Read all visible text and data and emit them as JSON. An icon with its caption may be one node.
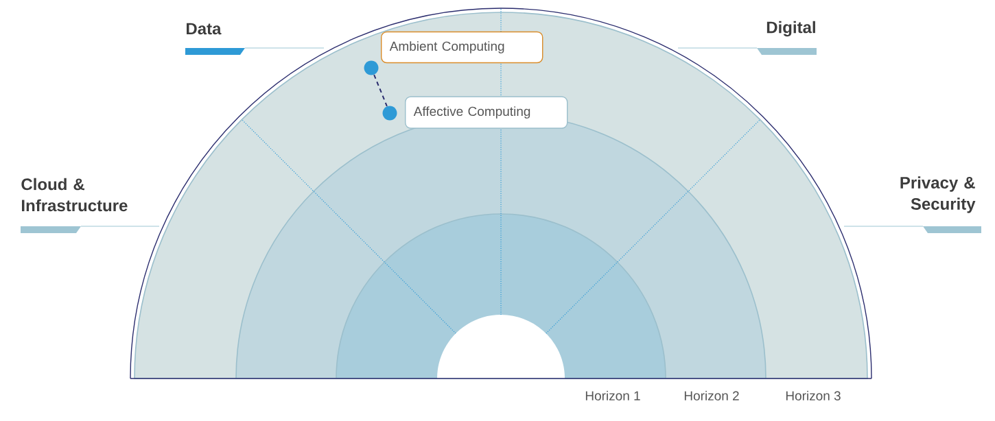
{
  "diagram": {
    "nodes": [
      {
        "text": [
          "Ambient Computing"
        ]
      },
      {
        "text": [],
        "shape": "circle"
      },
      {
        "text": [
          "Affective Computing"
        ]
      },
      {
        "text": [],
        "shape": "circle"
      }
    ],
    "edges": [
      {
        "from": 1,
        "to": 3,
        "arrow": "none",
        "style": "dashed"
      }
    ],
    "labels": [
      "Data",
      "Digital",
      "Cloud & Infrastructure",
      "Privacy & Security",
      "Horizon 1",
      "Horizon 2",
      "Horizon 3"
    ]
  }
}
